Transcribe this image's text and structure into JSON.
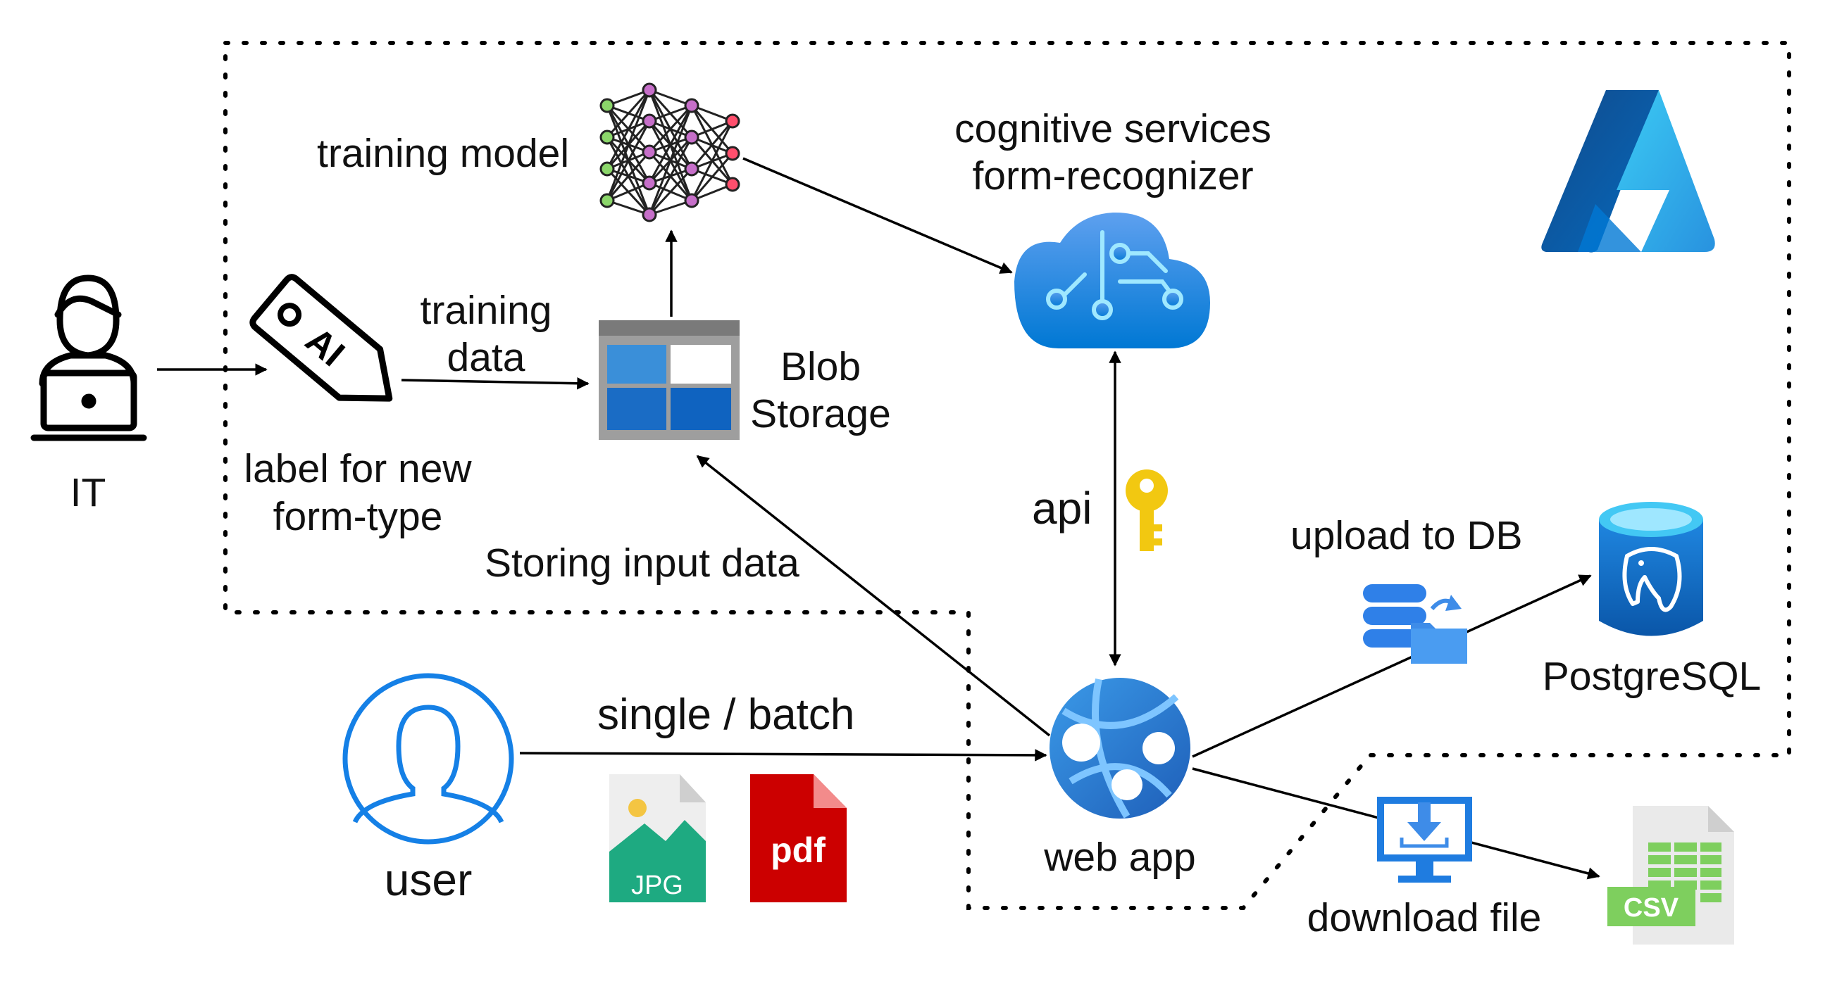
{
  "diagram": {
    "nodes": {
      "it": {
        "label": "IT",
        "icon": "person-laptop-icon"
      },
      "ai_tag": {
        "label_line1": "label for new",
        "label_line2": "form-type",
        "icon": "ai-tag-icon"
      },
      "training_model": {
        "label": "training model",
        "icon": "neural-network-icon"
      },
      "blob_storage": {
        "label_line1": "Blob",
        "label_line2": "Storage",
        "icon": "blob-storage-icon"
      },
      "form_recognizer": {
        "label_line1": "cognitive services",
        "label_line2": "form-recognizer",
        "icon": "brain-cloud-icon"
      },
      "azure": {
        "icon": "azure-logo-icon"
      },
      "web_app": {
        "label": "web app",
        "icon": "web-app-globe-icon"
      },
      "user": {
        "label": "user",
        "icon": "user-circle-icon"
      },
      "postgresql": {
        "label": "PostgreSQL",
        "icon": "postgresql-cylinder-icon"
      },
      "jpg_file": {
        "text": "JPG",
        "icon": "jpg-file-icon"
      },
      "pdf_file": {
        "text": "pdf",
        "icon": "pdf-file-icon"
      },
      "csv_file": {
        "text": "CSV",
        "icon": "csv-file-icon"
      }
    },
    "edges": {
      "training_data": {
        "label_line1": "training",
        "label_line2": "data"
      },
      "storing_input": {
        "label": "Storing input data"
      },
      "api": {
        "label": "api",
        "icon": "key-icon"
      },
      "upload": {
        "label": "upload to DB",
        "icon": "database-upload-icon"
      },
      "download": {
        "label": "download file",
        "icon": "download-monitor-icon"
      },
      "single_batch": {
        "label": "single / batch"
      }
    },
    "colors": {
      "azure_blue": "#0078d4",
      "light_blue": "#50b7f5",
      "key_gold": "#f2c811",
      "pdf_red": "#cc0000",
      "jpg_green": "#1eaa81",
      "csv_green": "#7ecf5e",
      "line": "#000000"
    }
  }
}
